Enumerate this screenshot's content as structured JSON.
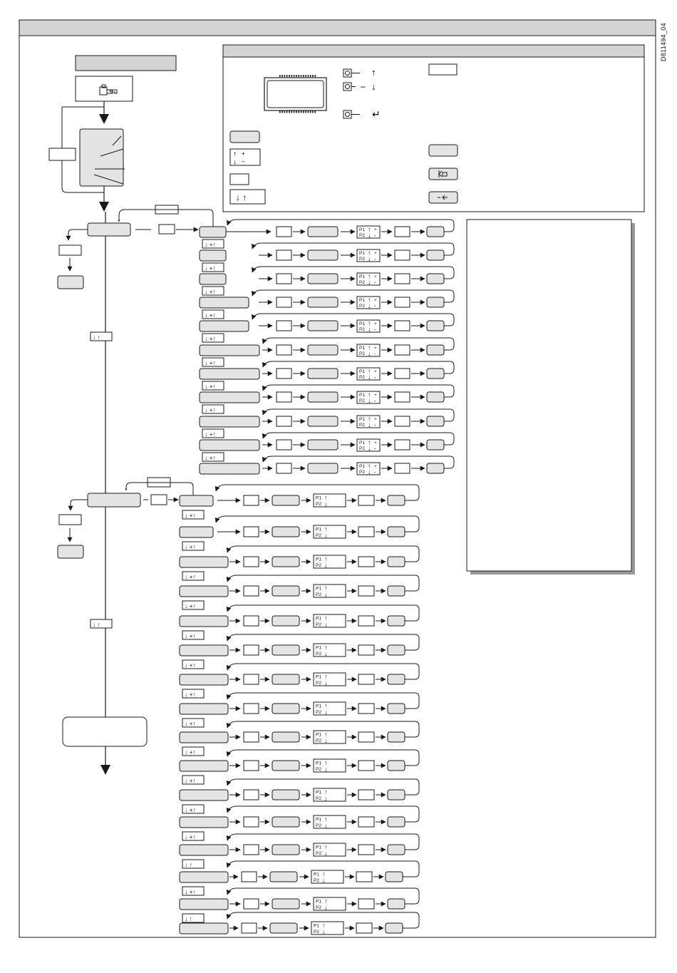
{
  "document_code": "D811494_04",
  "colors": {
    "line": "#1a1a1a",
    "header_fill": "#d4d4d4",
    "box_fill": "#e4e4e4",
    "panel_shadow": "#9a9a9a"
  },
  "icons": [
    "key-selector-icon",
    "led-icon",
    "arrow-up-icon",
    "arrow-down-icon",
    "enter-icon",
    "reset-key-icon",
    "back-key-icon"
  ],
  "legend": {
    "prog_button": "↑",
    "minus": "–",
    "minus_button": "↓",
    "enter_button": "↵",
    "plus": "+",
    "minus_short": "–",
    "down": "↓",
    "up": "↑"
  },
  "nav": {
    "down_plus_up": "↓ +↑",
    "down_up": "↓  ↑",
    "down_up_legend": "↓  ↑"
  },
  "param_box": {
    "p1": "P1",
    "p2": "P2",
    "up": "↑",
    "down": "↓",
    "plus": "+",
    "minus": "-"
  }
}
